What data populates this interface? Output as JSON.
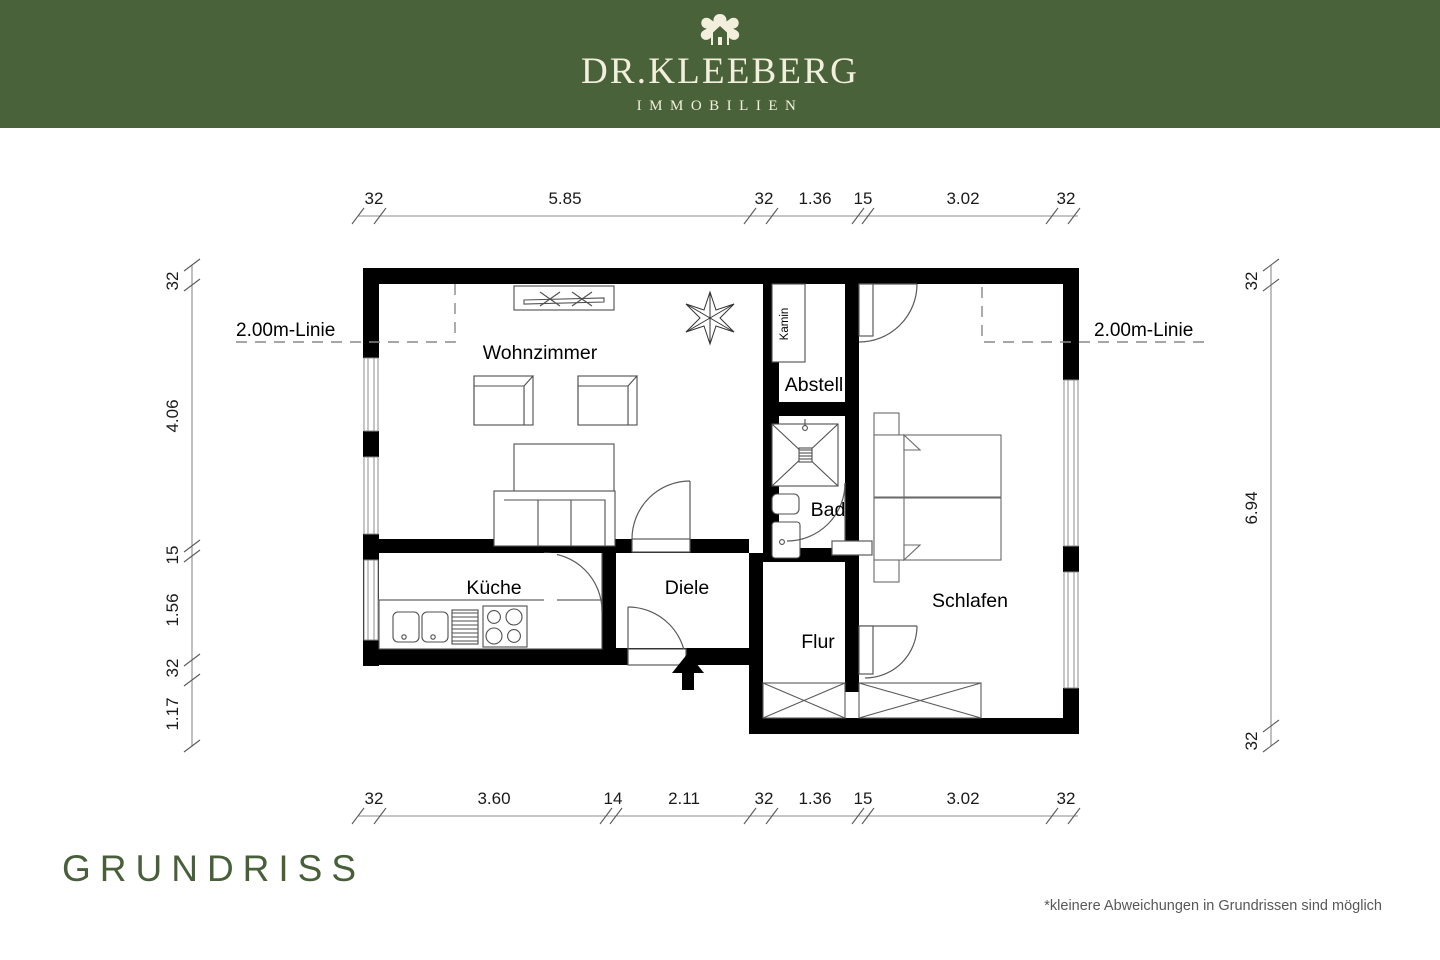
{
  "header": {
    "brand_name": "DR.KLEEBERG",
    "brand_sub": "IMMOBILIEN",
    "logo_icon": "clover-house-icon",
    "background_color": "#4a623a",
    "text_color": "#f2f0dc"
  },
  "footer": {
    "title": "GRUNDRISS",
    "title_color": "#47603a",
    "disclaimer": "*kleinere Abweichungen in Grundrissen sind möglich"
  },
  "floorplan": {
    "rooms": [
      {
        "label": "Wohnzimmer"
      },
      {
        "label": "Küche"
      },
      {
        "label": "Diele"
      },
      {
        "label": "Abstell"
      },
      {
        "label": "Bad"
      },
      {
        "label": "Flur"
      },
      {
        "label": "Schlafen"
      }
    ],
    "annotations": {
      "kamin": "Kamin",
      "linie_left": "2.00m-Linie",
      "linie_right": "2.00m-Linie"
    },
    "dimensions": {
      "top": [
        "32",
        "5.85",
        "32",
        "1.36",
        "15",
        "3.02",
        "32"
      ],
      "bottom": [
        "32",
        "3.60",
        "14",
        "2.11",
        "32",
        "1.36",
        "15",
        "3.02",
        "32"
      ],
      "left": [
        "32",
        "4.06",
        "15",
        "1.56",
        "32",
        "1.17"
      ],
      "right": [
        "32",
        "6.94",
        "32"
      ]
    },
    "entry_marker": "entrance-arrow"
  }
}
